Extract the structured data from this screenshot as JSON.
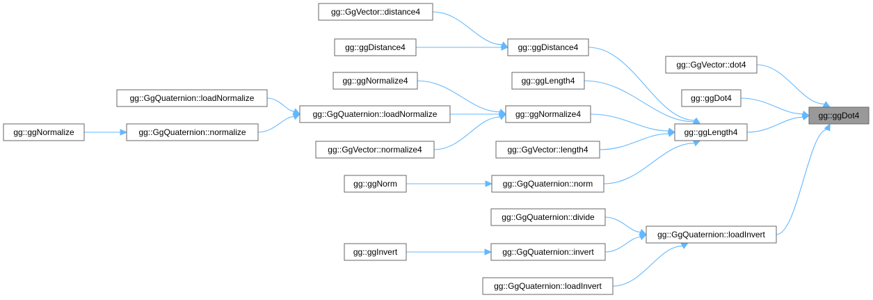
{
  "graph": {
    "nodes": {
      "vec_distance4": "gg::GgVector::distance4",
      "ggDistance4_a": "gg::ggDistance4",
      "ggDistance4_b": "gg::ggDistance4",
      "ggNormalize4_a": "gg::ggNormalize4",
      "ggLength4_a": "gg::ggLength4",
      "quat_loadNormalize_a": "gg::GgQuaternion::loadNormalize",
      "quat_loadNormalize_b": "gg::GgQuaternion::loadNormalize",
      "ggNormalize4_b": "gg::ggNormalize4",
      "ggNormalize": "gg::ggNormalize",
      "quat_normalize": "gg::GgQuaternion::normalize",
      "vec_normalize4": "gg::GgVector::normalize4",
      "vec_length4": "gg::GgVector::length4",
      "ggNorm": "gg::ggNorm",
      "quat_norm": "gg::GgQuaternion::norm",
      "quat_divide": "gg::GgQuaternion::divide",
      "ggInvert": "gg::ggInvert",
      "quat_invert": "gg::GgQuaternion::invert",
      "quat_loadInvert_a": "gg::GgQuaternion::loadInvert",
      "vec_dot4": "gg::GgVector::dot4",
      "ggDot4_a": "gg::ggDot4",
      "ggLength4_b": "gg::ggLength4",
      "quat_loadInvert_b": "gg::GgQuaternion::loadInvert",
      "ggDot4_target": "gg::ggDot4"
    },
    "edges": [
      [
        "vec_distance4",
        "ggDistance4_b"
      ],
      [
        "ggDistance4_a",
        "ggDistance4_b"
      ],
      [
        "ggDistance4_b",
        "ggLength4_b"
      ],
      [
        "ggNormalize4_a",
        "ggNormalize4_b"
      ],
      [
        "ggLength4_a",
        "ggLength4_b"
      ],
      [
        "quat_loadNormalize_a",
        "quat_loadNormalize_b"
      ],
      [
        "quat_loadNormalize_b",
        "ggNormalize4_b"
      ],
      [
        "ggNormalize",
        "quat_normalize"
      ],
      [
        "quat_normalize",
        "quat_loadNormalize_b"
      ],
      [
        "vec_normalize4",
        "ggNormalize4_b"
      ],
      [
        "ggNormalize4_b",
        "ggLength4_b"
      ],
      [
        "vec_length4",
        "ggLength4_b"
      ],
      [
        "quat_norm",
        "ggLength4_b"
      ],
      [
        "ggNorm",
        "quat_norm"
      ],
      [
        "quat_divide",
        "quat_loadInvert_b"
      ],
      [
        "ggInvert",
        "quat_invert"
      ],
      [
        "quat_invert",
        "quat_loadInvert_b"
      ],
      [
        "quat_loadInvert_a",
        "quat_loadInvert_b"
      ],
      [
        "vec_dot4",
        "ggDot4_target"
      ],
      [
        "ggDot4_a",
        "ggDot4_target"
      ],
      [
        "ggLength4_b",
        "ggDot4_target"
      ],
      [
        "quat_loadInvert_b",
        "ggDot4_target"
      ]
    ]
  },
  "colors": {
    "edge": "#63b8ff",
    "node_border": "#666666",
    "target_fill": "#999999"
  }
}
